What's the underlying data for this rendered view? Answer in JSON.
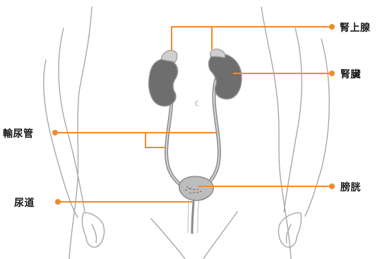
{
  "labels": {
    "adrenal": "腎上腺",
    "kidney": "腎臟",
    "ureter": "輸尿管",
    "bladder": "膀胱",
    "urethra": "尿道"
  },
  "colors": {
    "leader": "#ef8c2a",
    "organ": "#6e6e6e",
    "organ_light": "#bdbdbd",
    "outline": "#9a9a9a"
  }
}
